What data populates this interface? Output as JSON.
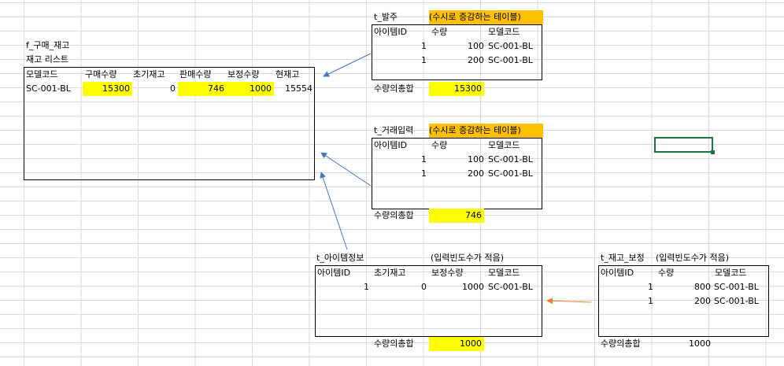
{
  "inventory": {
    "title": "f_구매_재고",
    "subtitle": "재고 리스트",
    "headers": [
      "모델코드",
      "구매수량",
      "초기재고",
      "판매수량",
      "보정수량",
      "현재고"
    ],
    "row": [
      "SC-001-BL",
      "15300",
      "0",
      "746",
      "1000",
      "15554"
    ]
  },
  "order": {
    "name": "t_발주",
    "note": "(수시로 증감하는 테이블)",
    "headers": [
      "아이템ID",
      "수량",
      "모델코드"
    ],
    "rows": [
      [
        "1",
        "100",
        "SC-001-BL"
      ],
      [
        "1",
        "200",
        "SC-001-BL"
      ]
    ],
    "sum_label": "수량의총합",
    "sum_value": "15300"
  },
  "trade": {
    "name": "t_거래입력",
    "note": "(수시로 증감하는 테이블)",
    "headers": [
      "아이템ID",
      "수량",
      "모델코드"
    ],
    "rows": [
      [
        "1",
        "100",
        "SC-001-BL"
      ],
      [
        "1",
        "200",
        "SC-001-BL"
      ]
    ],
    "sum_label": "수량의총합",
    "sum_value": "746"
  },
  "item": {
    "name": "t_아이템정보",
    "note": "(입력빈도수가 적음)",
    "headers": [
      "아이템ID",
      "초기재고",
      "보정수량",
      "모델코드"
    ],
    "row": [
      "1",
      "0",
      "1000",
      "SC-001-BL"
    ],
    "sum_label": "수량의총합",
    "sum_value": "1000"
  },
  "adjust": {
    "name": "t_재고_보정",
    "note": "(입력빈도수가 적음)",
    "headers": [
      "아이템ID",
      "수량",
      "모델코드"
    ],
    "rows": [
      [
        "1",
        "800",
        "SC-001-BL"
      ],
      [
        "1",
        "200",
        "SC-001-BL"
      ]
    ],
    "sum_label": "수량의총합",
    "sum_value": "1000"
  },
  "colors": {
    "highlight_yellow": "#ffff00",
    "highlight_orange": "#ffc000",
    "arrow_blue": "#4472c4",
    "arrow_orange": "#ed7d31",
    "selection_green": "#217346"
  }
}
